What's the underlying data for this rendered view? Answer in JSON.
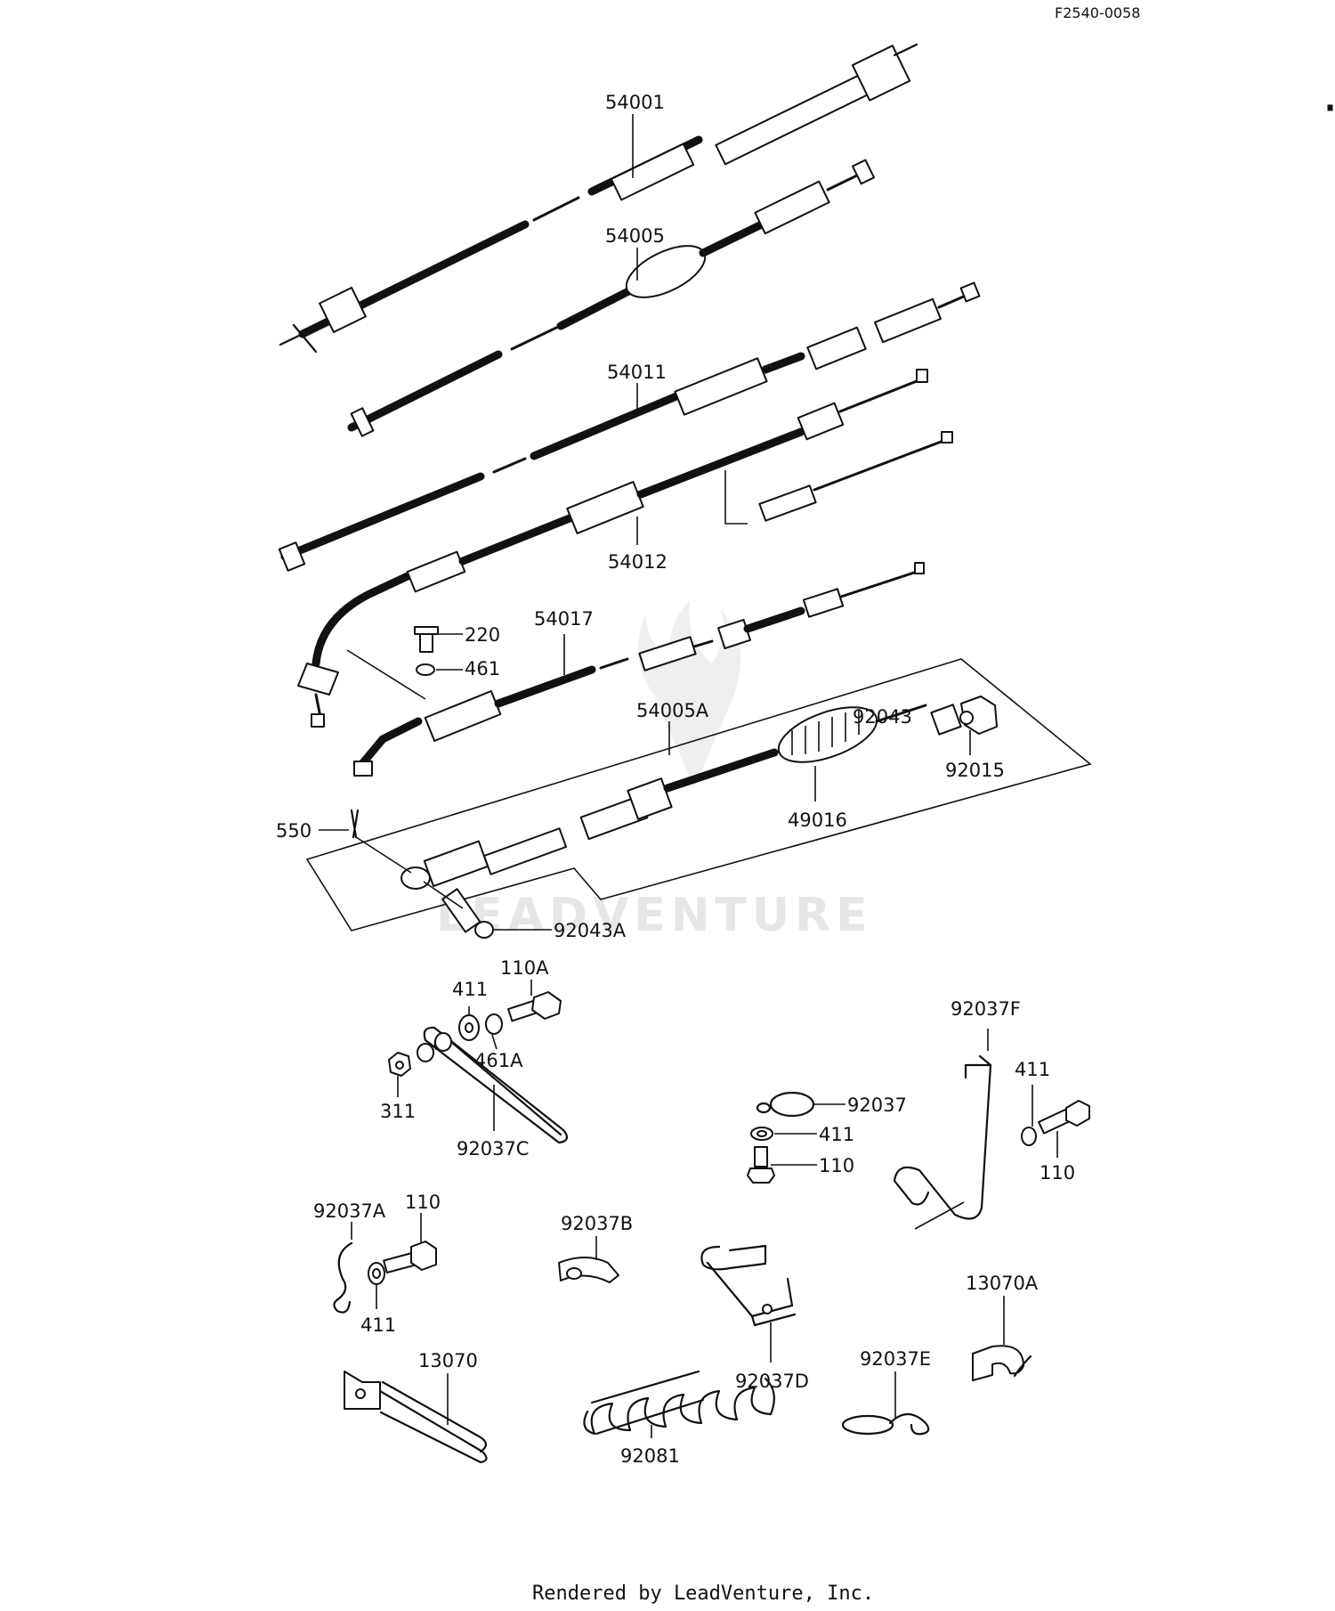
{
  "diagram_code": "F2540-0058",
  "footer": "Rendered by LeadVenture, Inc.",
  "watermark": "LEADVENTURE",
  "callouts": {
    "c54001": "54001",
    "c54005": "54005",
    "c54011": "54011",
    "c54012": "54012",
    "c220": "220",
    "c461": "461",
    "c54017": "54017",
    "c54005A": "54005A",
    "c92043": "92043",
    "c92015": "92015",
    "c49016": "49016",
    "c550": "550",
    "c92043A": "92043A",
    "c110A": "110A",
    "c411a": "411",
    "c461A": "461A",
    "c311": "311",
    "c92037C": "92037C",
    "c92037F": "92037F",
    "c411b": "411",
    "c92037": "92037",
    "c411c": "411",
    "c110a": "110",
    "c110b": "110",
    "c92037A": "92037A",
    "c110c": "110",
    "c411d": "411",
    "c92037B": "92037B",
    "c13070A": "13070A",
    "c13070": "13070",
    "c92081": "92081",
    "c92037D": "92037D",
    "c92037E": "92037E"
  }
}
